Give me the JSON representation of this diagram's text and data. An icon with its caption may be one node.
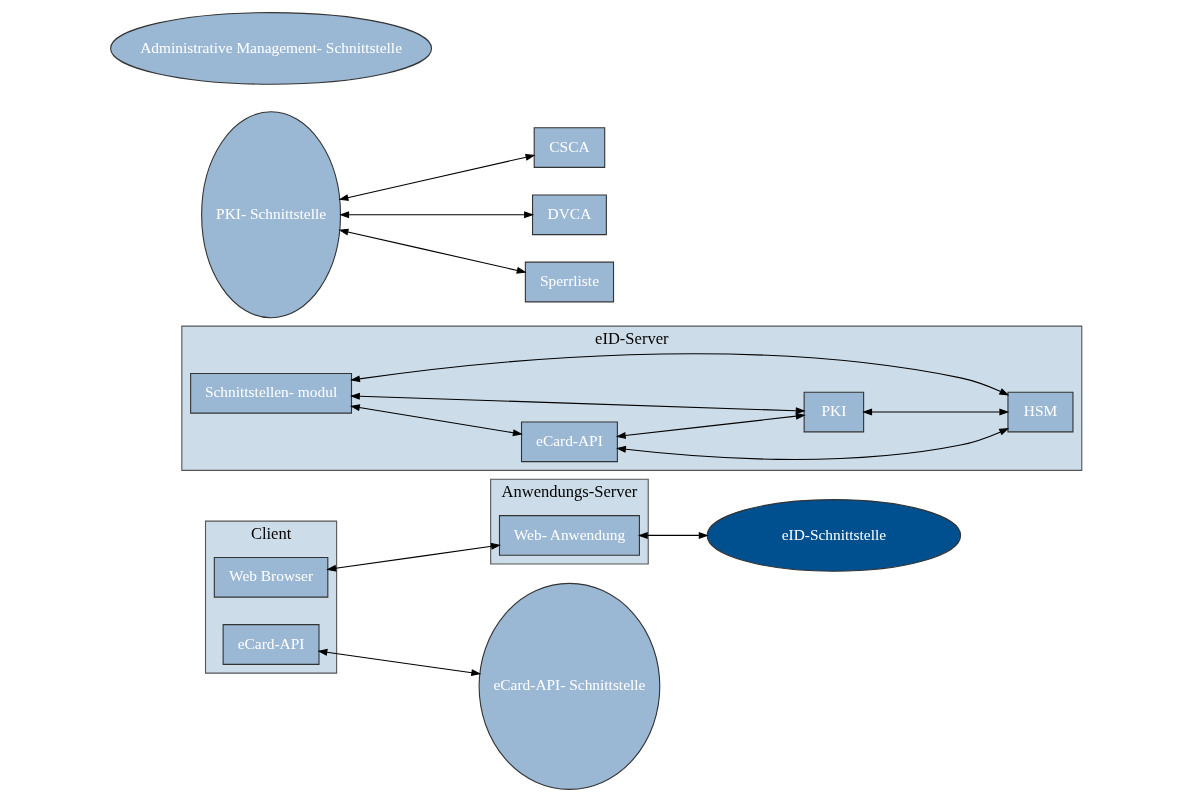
{
  "diagram": {
    "nodes": [
      {
        "text": [
          "Client"
        ]
      },
      {
        "text": [
          "Web Browser"
        ],
        "in": 0
      },
      {
        "text": [
          "eCard-API"
        ],
        "in": 0
      },
      {
        "text": [
          "Anwendungs-Server"
        ]
      },
      {
        "text": [
          "Web- Anwendung"
        ],
        "in": 3
      },
      {
        "text": [
          "eID-Server"
        ]
      },
      {
        "text": [
          "eID-Schnittstelle"
        ]
      },
      {
        "text": [
          "eCard-API- Schnittstelle"
        ]
      },
      {
        "text": [
          "Schnittstellen- modul"
        ],
        "in": 5
      },
      {
        "text": [
          "eCard-API"
        ],
        "in": 5
      },
      {
        "text": [
          "PKI"
        ],
        "in": 5
      },
      {
        "text": [
          "HSM"
        ],
        "in": 5
      },
      {
        "text": [
          "PKI- Schnittstelle"
        ]
      },
      {
        "text": [
          "Administrative Management- Schnittstelle"
        ]
      },
      {
        "text": [
          "CSCA"
        ]
      },
      {
        "text": [
          "DVCA"
        ]
      },
      {
        "text": [
          "Sperrliste"
        ]
      }
    ],
    "edges": [
      {
        "from": 1,
        "to": 4,
        "arrow": "both"
      },
      {
        "from": 4,
        "to": 6,
        "arrow": "both"
      },
      {
        "from": 2,
        "to": 7,
        "arrow": "both"
      },
      {
        "from": 8,
        "to": 9,
        "arrow": "both"
      },
      {
        "from": 8,
        "to": 10,
        "arrow": "both"
      },
      {
        "from": 8,
        "to": 11,
        "arrow": "both"
      },
      {
        "from": 9,
        "to": 10,
        "arrow": "both"
      },
      {
        "from": 9,
        "to": 11,
        "arrow": "both"
      },
      {
        "from": 10,
        "to": 11,
        "arrow": "both"
      },
      {
        "from": 12,
        "to": 14,
        "arrow": "both"
      },
      {
        "from": 12,
        "to": 15,
        "arrow": "both"
      },
      {
        "from": 12,
        "to": 16,
        "arrow": "both"
      }
    ]
  }
}
